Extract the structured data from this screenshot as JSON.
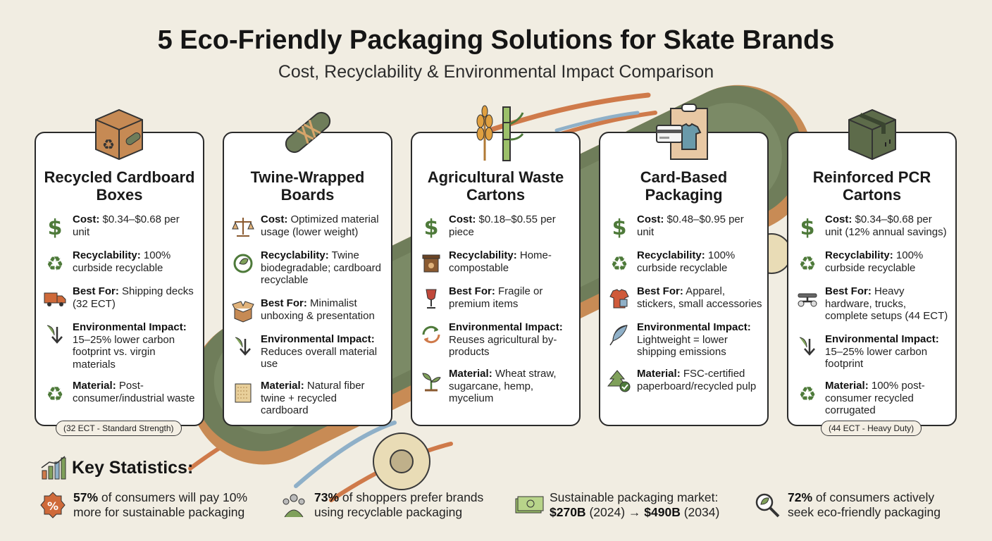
{
  "header": {
    "title": "5 Eco-Friendly Packaging Solutions for Skate Brands",
    "subtitle": "Cost, Recyclability & Environmental Impact Comparison"
  },
  "colors": {
    "background": "#f1ede2",
    "board": "#6f7d5a",
    "accent_orange": "#cf7a4a",
    "accent_blue": "#8fb0c8",
    "icon_green": "#4e7a3a"
  },
  "cards": [
    {
      "title": "Recycled Cardboard Boxes",
      "icon": "recycled-box-icon",
      "rows": [
        {
          "icon": "dollar-icon",
          "label": "Cost:",
          "text": " $0.34–$0.68 per unit"
        },
        {
          "icon": "recycle-icon",
          "label": "Recyclability:",
          "text": " 100% curbside recyclable"
        },
        {
          "icon": "truck-icon",
          "label": "Best For:",
          "text": " Shipping decks (32 ECT)"
        },
        {
          "icon": "down-arrow-leaf-icon",
          "label": "Environmental Impact:",
          "text": " 15–25% lower carbon footprint vs. virgin materials"
        },
        {
          "icon": "recycle-icon",
          "label": "Material:",
          "text": " Post-consumer/industrial waste"
        }
      ],
      "badge": "(32 ECT - Standard Strength)"
    },
    {
      "title": "Twine-Wrapped Boards",
      "icon": "twine-skateboard-icon",
      "rows": [
        {
          "icon": "scale-icon",
          "label": "Cost:",
          "text": " Optimized material usage (lower weight)"
        },
        {
          "icon": "leaf-cycle-icon",
          "label": "Recyclability:",
          "text": " Twine biodegradable; cardboard recyclable"
        },
        {
          "icon": "open-box-icon",
          "label": "Best For:",
          "text": " Minimalist unboxing & presentation"
        },
        {
          "icon": "down-arrow-leaf-icon",
          "label": "Environmental Impact:",
          "text": " Reduces overall material use"
        },
        {
          "icon": "fiber-icon",
          "label": "Material:",
          "text": " Natural fiber twine + recycled cardboard"
        }
      ]
    },
    {
      "title": "Agricultural Waste Cartons",
      "icon": "wheat-bamboo-icon",
      "rows": [
        {
          "icon": "dollar-icon",
          "label": "Cost:",
          "text": " $0.18–$0.55 per piece"
        },
        {
          "icon": "compost-bin-icon",
          "label": "Recyclability:",
          "text": " Home-compostable"
        },
        {
          "icon": "fragile-glass-icon",
          "label": "Best For:",
          "text": " Fragile or premium items"
        },
        {
          "icon": "cycle-arrows-icon",
          "label": "Environmental Impact:",
          "text": " Reuses agricultural by-products"
        },
        {
          "icon": "sprout-icon",
          "label": "Material:",
          "text": " Wheat straw, sugarcane, hemp, mycelium"
        }
      ]
    },
    {
      "title": "Card-Based Packaging",
      "icon": "card-tshirt-package-icon",
      "rows": [
        {
          "icon": "dollar-icon",
          "label": "Cost:",
          "text": " $0.48–$0.95 per unit"
        },
        {
          "icon": "recycle-icon",
          "label": "Recyclability:",
          "text": " 100% curbside recyclable"
        },
        {
          "icon": "apparel-icon",
          "label": "Best For:",
          "text": " Apparel, stickers, small accessories"
        },
        {
          "icon": "feather-icon",
          "label": "Environmental Impact:",
          "text": " Lightweight = lower shipping emissions"
        },
        {
          "icon": "tree-check-icon",
          "label": "Material:",
          "text": " FSC-certified paperboard/recycled pulp"
        }
      ]
    },
    {
      "title": "Reinforced PCR Cartons",
      "icon": "reinforced-box-icon",
      "rows": [
        {
          "icon": "dollar-icon",
          "label": "Cost:",
          "text": " $0.34–$0.68 per unit (12% annual savings)"
        },
        {
          "icon": "recycle-icon",
          "label": "Recyclability:",
          "text": " 100% curbside recyclable"
        },
        {
          "icon": "skate-truck-icon",
          "label": "Best For:",
          "text": " Heavy hardware, trucks, complete setups (44 ECT)"
        },
        {
          "icon": "down-arrow-leaf-icon",
          "label": "Environmental Impact:",
          "text": " 15–25% lower carbon footprint"
        },
        {
          "icon": "recycle-icon",
          "label": "Material:",
          "text": " 100% post-consumer recycled corrugated"
        }
      ],
      "badge": "(44 ECT - Heavy Duty)"
    }
  ],
  "stats": {
    "title": "Key Statistics:",
    "icon": "bar-chart-icon",
    "items": [
      {
        "icon": "percent-badge-icon",
        "bold": "57%",
        "text": " of consumers will pay 10% more for sustainable packaging"
      },
      {
        "icon": "people-leaf-icon",
        "bold": "73%",
        "text": " of shoppers prefer brands using recyclable packaging"
      },
      {
        "icon": "money-icon",
        "pre": "Sustainable packaging market:",
        "bold_a": "$270B",
        "mid": " (2024) → ",
        "bold_b": "$490B",
        "post": " (2034)"
      },
      {
        "icon": "magnifier-leaf-icon",
        "bold": "72%",
        "text": " of consumers actively seek eco-friendly packaging"
      }
    ]
  }
}
